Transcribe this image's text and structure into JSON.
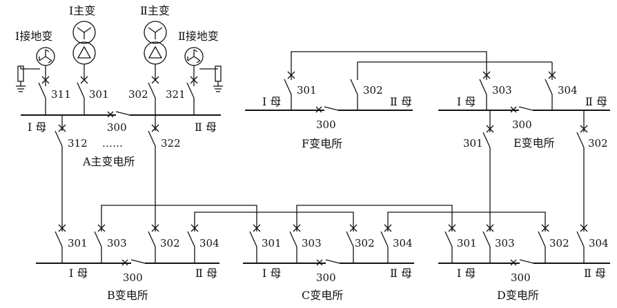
{
  "colors": {
    "line": "#111111",
    "background": "#ffffff"
  },
  "labels": {
    "xfmr1": "Ⅰ主变",
    "xfmr2": "Ⅱ主变",
    "ground1": "Ⅰ接地变",
    "ground2": "Ⅱ接地变",
    "a_bus1": "Ⅰ 母",
    "a_bus2": "Ⅱ 母",
    "a_311": "311",
    "a_301": "301",
    "a_302": "302",
    "a_321": "321",
    "a_300": "300",
    "a_312": "312",
    "a_322": "322",
    "a_dots": "……",
    "a_station": "A主变电所",
    "f_301": "301",
    "f_302": "302",
    "f_bus1": "Ⅰ 母",
    "f_bus2": "Ⅱ 母",
    "f_300": "300",
    "f_station": "F变电所",
    "e_303": "303",
    "e_304": "304",
    "e_bus1": "Ⅰ 母",
    "e_bus2": "Ⅱ 母",
    "e_300": "300",
    "e_301": "301",
    "e_302": "302",
    "e_station": "E变电所",
    "b_301": "301",
    "b_303": "303",
    "b_302": "302",
    "b_304": "304",
    "b_bus1": "Ⅰ 母",
    "b_bus2": "Ⅱ 母",
    "b_300": "300",
    "b_station": "B变电所",
    "c_301": "301",
    "c_303": "303",
    "c_302": "302",
    "c_304": "304",
    "c_bus1": "Ⅰ 母",
    "c_bus2": "Ⅱ 母",
    "c_300": "300",
    "c_station": "C变电所",
    "d_301": "301",
    "d_303": "303",
    "d_302": "302",
    "d_304": "304",
    "d_bus1": "Ⅰ 母",
    "d_bus2": "Ⅱ 母",
    "d_300": "300",
    "d_station": "D变电所"
  }
}
